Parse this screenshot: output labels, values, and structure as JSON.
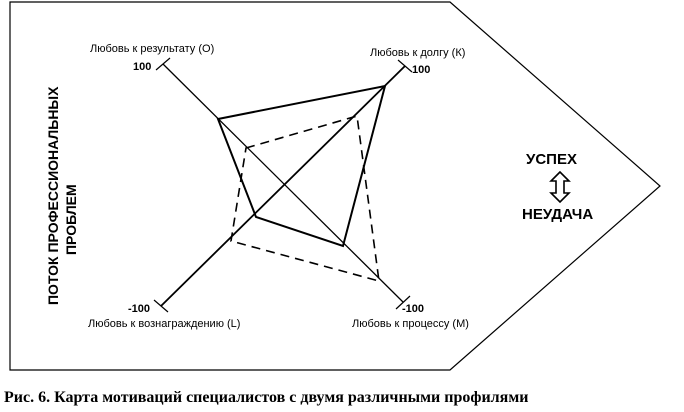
{
  "left_label": [
    "ПОТОК ПРОФЕССИОНАЛЬНЫХ",
    "ПРОБЛЕМ"
  ],
  "axes": {
    "O": {
      "label": "Любовь к результату (О)",
      "end": "100"
    },
    "K": {
      "label": "Любовь к долгу (К)",
      "end": "100"
    },
    "L": {
      "label": "Любовь к вознаграждению (L)",
      "end": "-100"
    },
    "M": {
      "label": "Любовь к процессу (М)",
      "end": "-100"
    }
  },
  "right": {
    "top": "УСПЕХ",
    "bottom": "НЕУДАЧА"
  },
  "caption": "Рис. 6. Карта мотиваций специалистов с двумя различными профилями"
}
